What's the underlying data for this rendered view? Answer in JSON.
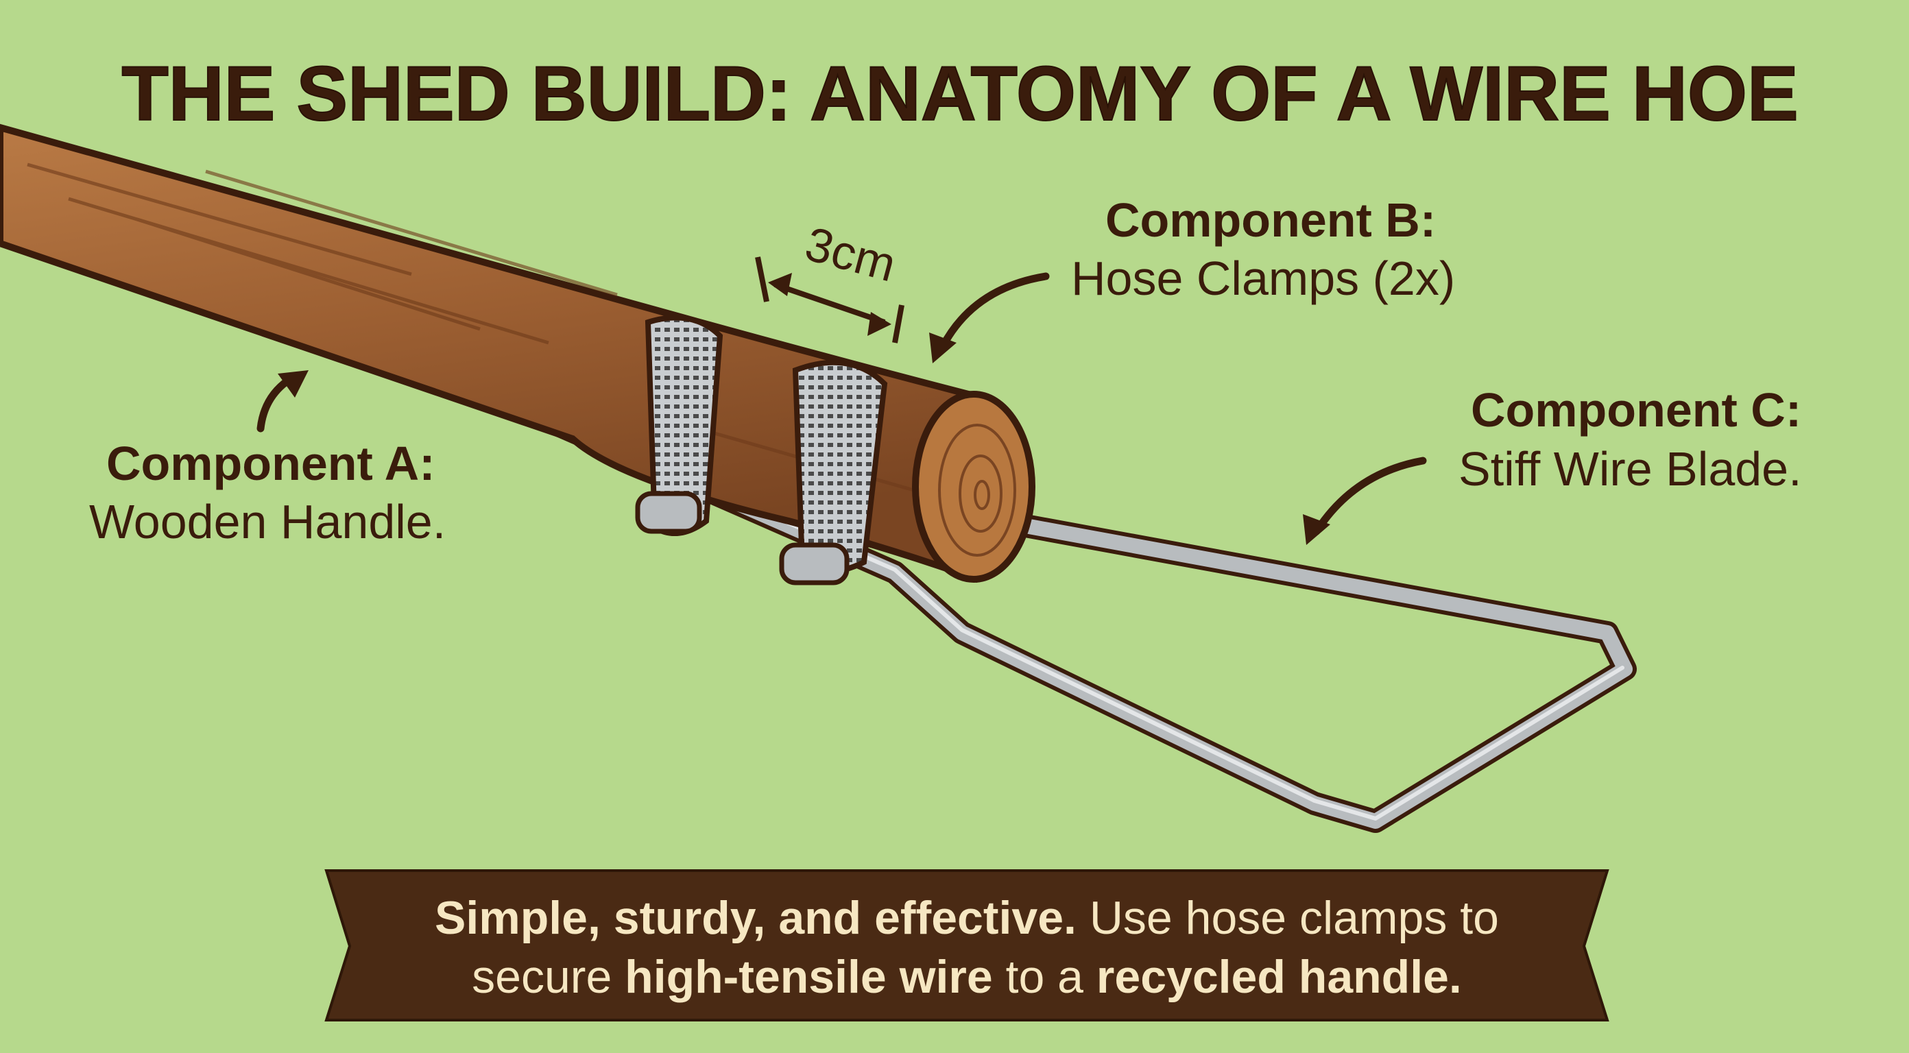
{
  "title": "THE SHED BUILD: ANATOMY OF A WIRE HOE",
  "components": {
    "a": {
      "heading": "Component A:",
      "desc": "Wooden Handle."
    },
    "b": {
      "heading": "Component B:",
      "desc": "Hose Clamps (2x)"
    },
    "c": {
      "heading": "Component C:",
      "desc": "Stiff Wire Blade."
    }
  },
  "dimension": "3cm",
  "banner": {
    "line1_bold": "Simple, sturdy, and effective.",
    "line1_rest": " Use hose clamps to",
    "line2_a": "secure ",
    "line2_bold1": "high-tensile wire",
    "line2_b": " to a ",
    "line2_bold2": "recycled handle."
  },
  "colors": {
    "background": "#b6d98c",
    "text": "#3a1c0c",
    "banner": "#4a2a14",
    "banner_text": "#f6e7c2",
    "wood": "#a8693a",
    "metal": "#b8bcbf"
  }
}
